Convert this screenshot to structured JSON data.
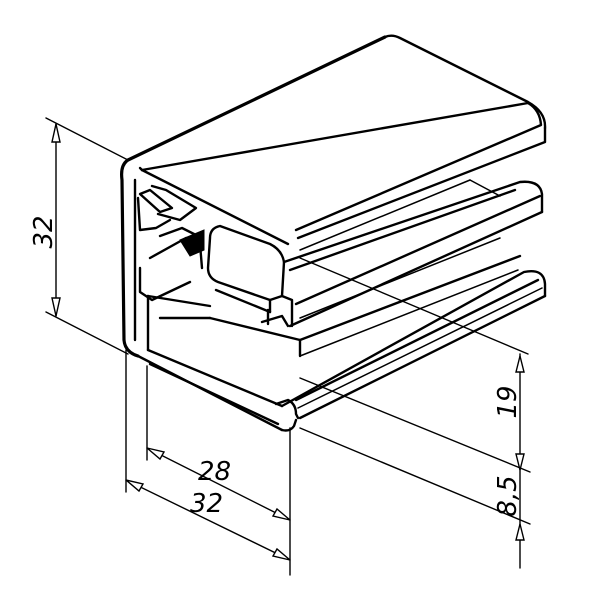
{
  "drawing": {
    "subject": "isometric aluminium profile with T-slot and two rails",
    "line_color": "#000000",
    "background": "#ffffff"
  },
  "dimensions": {
    "height": {
      "value": "32",
      "orientation": "vertical",
      "position": "left"
    },
    "inner_width": {
      "value": "28",
      "orientation": "diagonal",
      "position": "bottom"
    },
    "outer_width": {
      "value": "32",
      "orientation": "diagonal",
      "position": "bottom"
    },
    "rail_spacing": {
      "value": "19",
      "orientation": "vertical",
      "position": "right"
    },
    "rail_offset": {
      "value": "8,5",
      "orientation": "vertical",
      "position": "right"
    }
  }
}
